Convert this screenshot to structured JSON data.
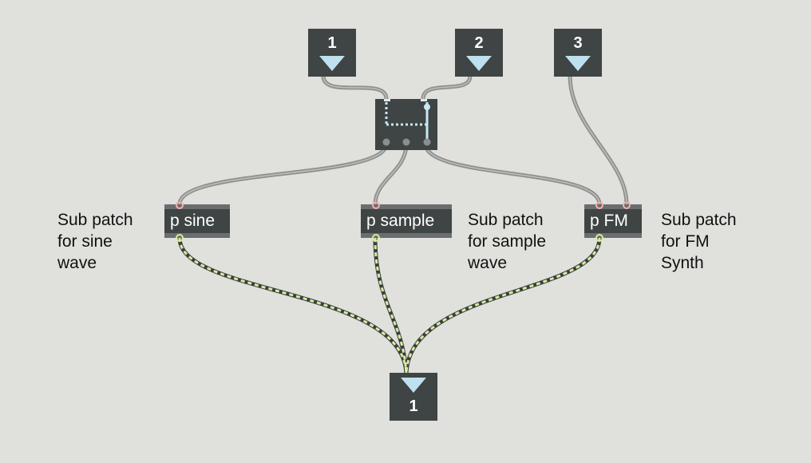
{
  "inlets": [
    {
      "label": "1"
    },
    {
      "label": "2"
    },
    {
      "label": "3"
    }
  ],
  "outlets": [
    {
      "label": "1"
    }
  ],
  "objects": {
    "p_sine": "p sine",
    "p_sample": "p sample",
    "p_fm": "p FM"
  },
  "comments": {
    "sine": "Sub patch\nfor sine\nwave",
    "sample": "Sub patch\nfor sample\nwave",
    "fm": "Sub patch\nfor FM\nSynth"
  },
  "colors": {
    "background": "#e0e0dc",
    "object_body": "#3f4444",
    "patch_cord": "#9a9c9a",
    "signal_cord_dash": "#d8eca0",
    "signal_cord_base": "#3a3f3f",
    "io_triangle": "#bfe0ee",
    "control_inlet": "#f4b0b0",
    "signal_outlet": "#d8eca0"
  },
  "icons": {
    "inlet_arrow": "triangle-down-icon",
    "gate_indicator": "gate-route-icon"
  }
}
